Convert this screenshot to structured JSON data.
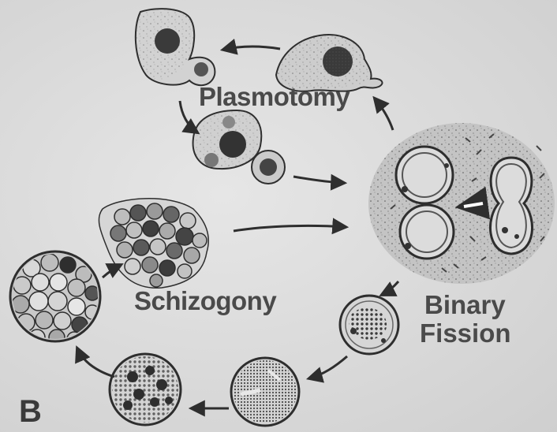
{
  "panel_letter": "B",
  "labels": {
    "plasmotomy": "Plasmotomy",
    "schizogony": "Schizogony",
    "binary": "Binary",
    "fission": "Fission"
  },
  "colors": {
    "ink": "#2e2e2e",
    "label": "#4a4a4a",
    "background": "#dcdcdc",
    "cell_fill": "#cfcfcf",
    "nucleus": "#3a3a3a"
  }
}
